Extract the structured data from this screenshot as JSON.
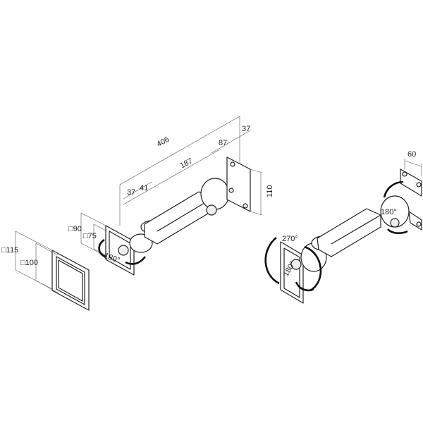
{
  "left_view": {
    "dimensions": {
      "overall_length": "406",
      "segment_87": "87",
      "segment_37_top": "37",
      "arm_length": "187",
      "segment_37": "37",
      "segment_41": "41",
      "wall_plate_height": "110",
      "plate_outer": "□115",
      "plate_inner": "□100",
      "vesa_90": "□90",
      "vesa_75": "□75",
      "tilt_angle": "180°"
    }
  },
  "right_view": {
    "dimensions": {
      "wall_plate_width": "60",
      "rotation_angle": "270°",
      "tilt_angle": "180°",
      "wall_swivel_angle": "180°"
    }
  }
}
